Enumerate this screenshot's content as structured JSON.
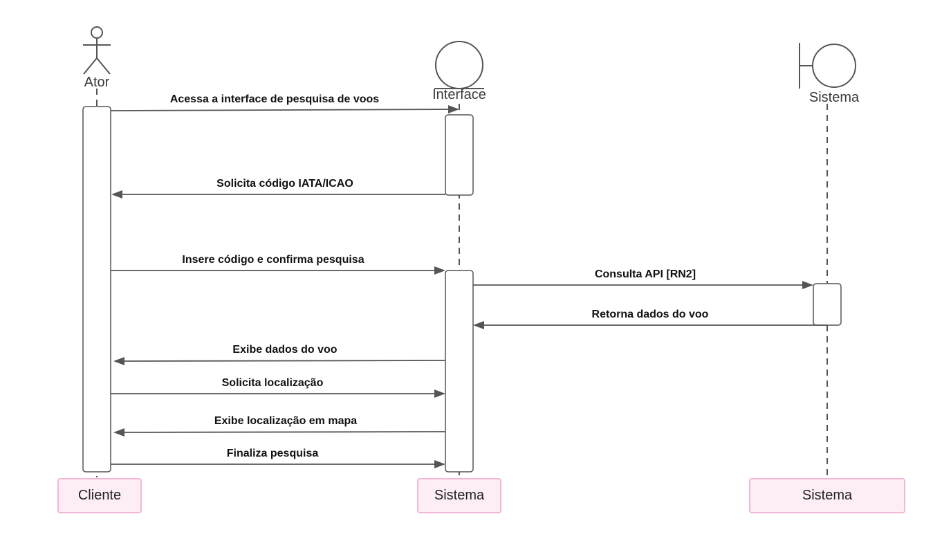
{
  "lifelines": {
    "actor": {
      "label": "Ator"
    },
    "interface": {
      "label": "Interface"
    },
    "system": {
      "label": "Sistema"
    }
  },
  "participants": {
    "client": "Cliente",
    "system": "Sistema",
    "external": "Sistema"
  },
  "messages": [
    "Acessa a interface de pesquisa de voos",
    "Solicita código IATA/ICAO",
    "Insere código e confirma pesquisa",
    "Consulta API [RN2]",
    "Retorna dados do voo",
    "Exibe dados do voo",
    "Solicita localização",
    "Exibe localização em mapa",
    "Finaliza pesquisa"
  ],
  "colors": {
    "line": "#555555",
    "participant_fill": "#fdeef6",
    "participant_border": "#f2b6d7"
  }
}
